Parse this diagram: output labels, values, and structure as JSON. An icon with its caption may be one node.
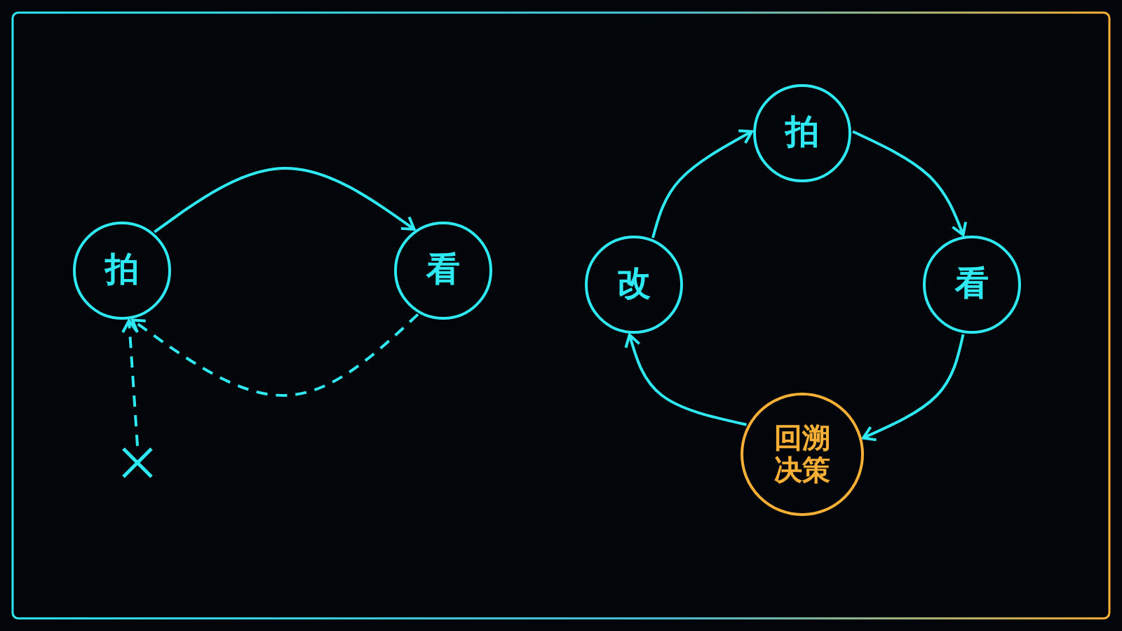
{
  "diagram": {
    "nodes": [
      {
        "text": [
          "拍"
        ]
      },
      {
        "text": [
          "看"
        ]
      },
      {
        "text": [],
        "shape": "cross"
      },
      {
        "text": [
          "拍"
        ]
      },
      {
        "text": [
          "看"
        ]
      },
      {
        "text": [
          "回溯决策"
        ]
      },
      {
        "text": [
          "改"
        ]
      }
    ],
    "edges": [
      {
        "from": 0,
        "to": 1,
        "arrow": "to"
      },
      {
        "from": 1,
        "to": 0,
        "arrow": "to",
        "style": "dashed"
      },
      {
        "from": 2,
        "to": 0,
        "arrow": "to",
        "style": "dashed"
      },
      {
        "from": 6,
        "to": 3,
        "arrow": "to"
      },
      {
        "from": 3,
        "to": 4,
        "arrow": "to"
      },
      {
        "from": 4,
        "to": 5,
        "arrow": "to"
      },
      {
        "from": 5,
        "to": 6,
        "arrow": "to"
      }
    ]
  }
}
